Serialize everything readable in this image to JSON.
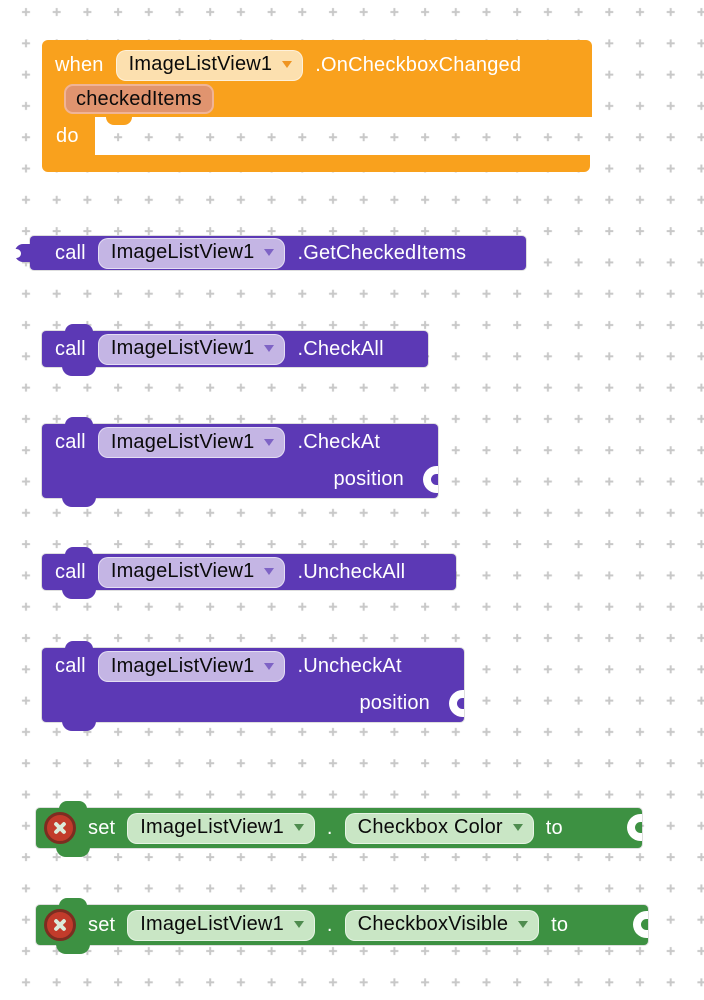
{
  "colors": {
    "canvas_bg": "#ffffff",
    "grid_cross": "#c8c8c8",
    "event_block": "#F9A11D",
    "event_dropdown_bg": "#FCE0AF",
    "param_badge_bg": "#E0946F",
    "param_badge_border": "#F0B496",
    "call_block": "#5C39B5",
    "call_dropdown_bg": "#C4B5E4",
    "set_block": "#3D9142",
    "set_dropdown_bg": "#C9E6C5",
    "error_icon_bg": "#C23B2B",
    "error_icon_border": "#7C2D21"
  },
  "blocks": [
    {
      "type": "event",
      "label_when": "when",
      "component": "ImageListView1",
      "event_name": ".OnCheckboxChanged",
      "param": "checkedItems",
      "label_do": "do"
    },
    {
      "type": "call-reporter",
      "label_call": "call",
      "component": "ImageListView1",
      "method": ".GetCheckedItems"
    },
    {
      "type": "call-statement",
      "label_call": "call",
      "component": "ImageListView1",
      "method": ".CheckAll"
    },
    {
      "type": "call-statement-arg",
      "label_call": "call",
      "component": "ImageListView1",
      "method": ".CheckAt",
      "arg": "position"
    },
    {
      "type": "call-statement",
      "label_call": "call",
      "component": "ImageListView1",
      "method": ".UncheckAll"
    },
    {
      "type": "call-statement-arg",
      "label_call": "call",
      "component": "ImageListView1",
      "method": ".UncheckAt",
      "arg": "position"
    },
    {
      "type": "setter",
      "label_set": "set",
      "component": "ImageListView1",
      "dot": ".",
      "property": "Checkbox Color",
      "label_to": "to"
    },
    {
      "type": "setter",
      "label_set": "set",
      "component": "ImageListView1",
      "dot": ".",
      "property": "CheckboxVisible",
      "label_to": "to"
    }
  ]
}
